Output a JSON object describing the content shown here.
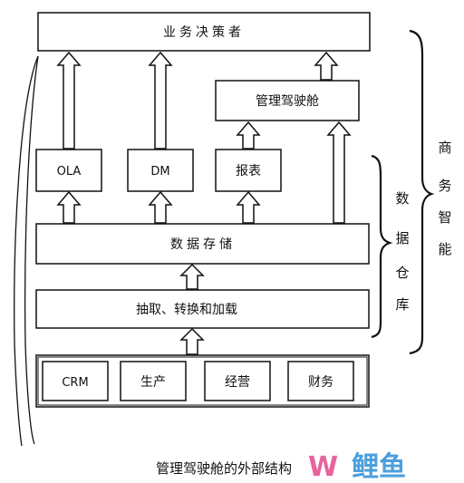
{
  "diagram": {
    "decision_makers": "业务决策者",
    "cockpit": "管理驾驶舱",
    "ola": "OLA",
    "dm": "DM",
    "report": "报表",
    "data_storage": "数据存储",
    "etl": "抽取、转换和加载",
    "sources": [
      "CRM",
      "生产",
      "经营",
      "财务"
    ],
    "data_warehouse_label": [
      "数",
      "据",
      "仓",
      "库"
    ],
    "business_intelligence_label": [
      "商",
      "务",
      "智",
      "能"
    ]
  },
  "caption": "管理驾驶舱的外部结构",
  "watermark": {
    "left": "W",
    "right": "鲤鱼"
  }
}
